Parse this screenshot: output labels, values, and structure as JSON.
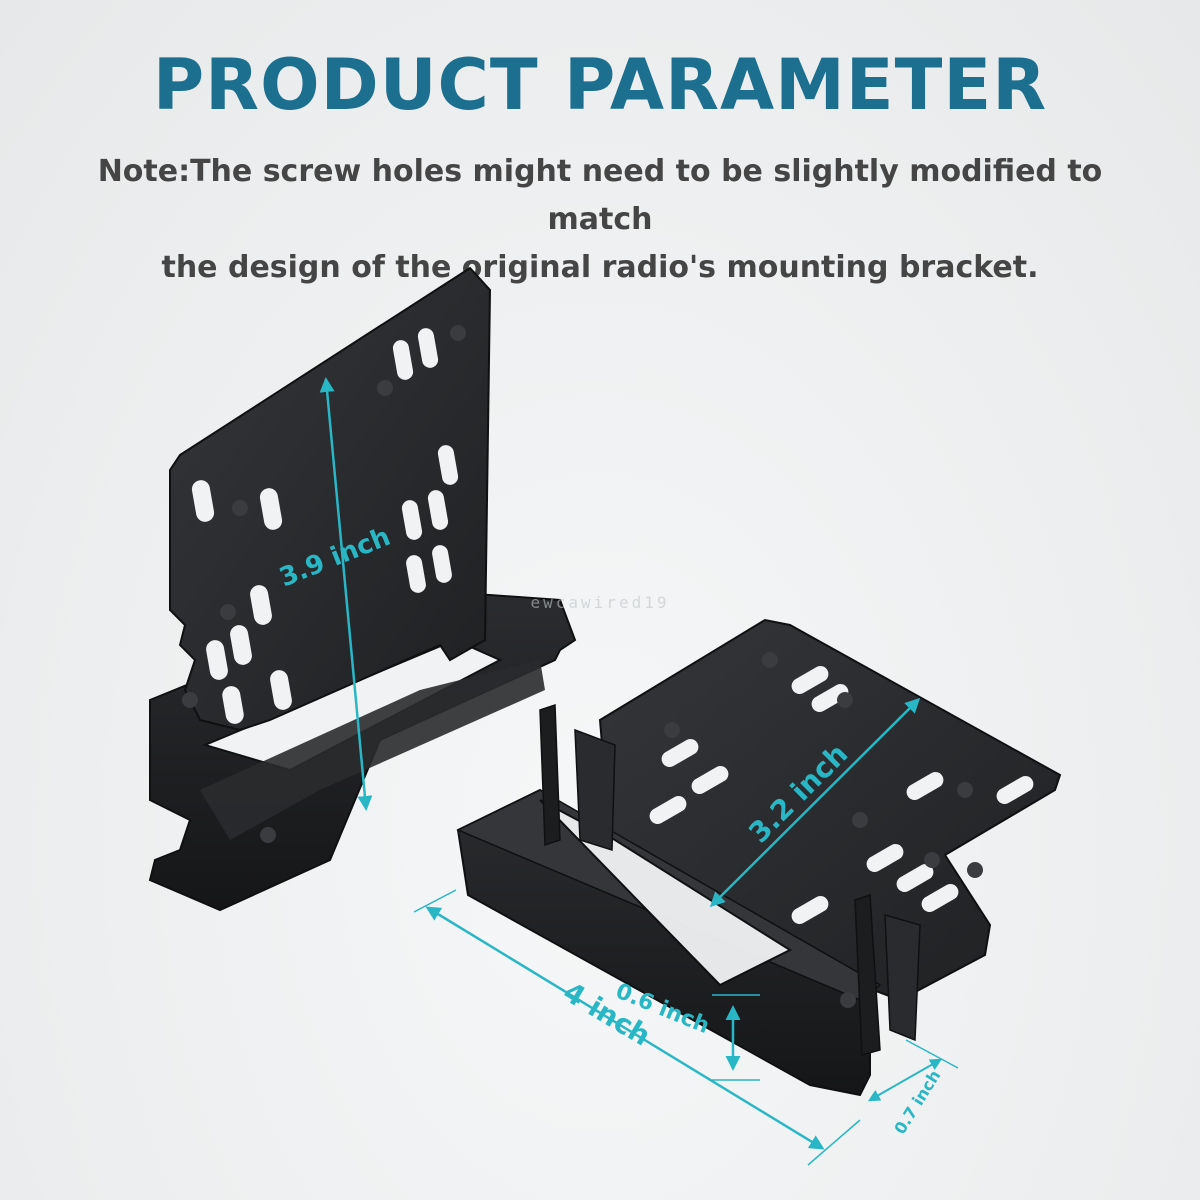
{
  "header": {
    "title": "PRODUCT PARAMETER",
    "note_line_1": "Note:The screw holes might need to be slightly modified to match",
    "note_line_2": "the design of the original radio's mounting bracket."
  },
  "dimensions": {
    "left_height": "3.9 inch",
    "right_width": "3.2 inch",
    "length": "4 inch",
    "lip_height": "0.6 inch",
    "lip_depth": "0.7 inch"
  },
  "watermark": "ewcawired19",
  "colors": {
    "title": "#1c6f8f",
    "note": "#454545",
    "dimension": "#29b7c6",
    "bracket": "#262729"
  }
}
